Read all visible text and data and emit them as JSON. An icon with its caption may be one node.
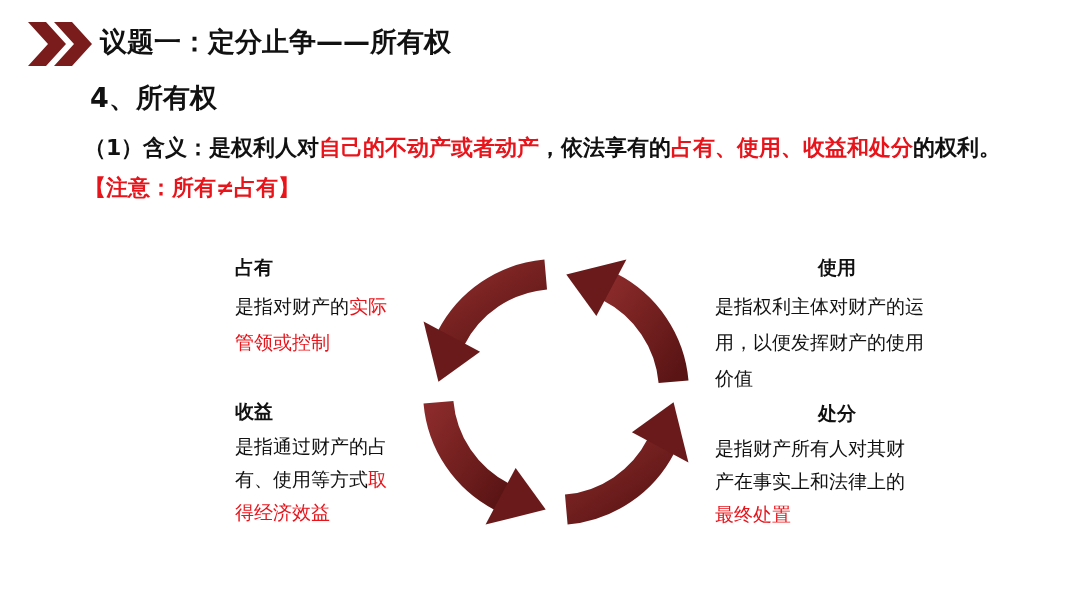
{
  "diagram": {
    "title": "议题一：定分止争——所有权",
    "labels": [
      "4、所有权",
      "（1）含义：是权利人对**自己的不动产或者动产**，依法享有的**占有、使用、收益和处分**的权利。**【注意：所有≠占有】**",
      "占有",
      "是指对财产的**实际管领或控制**",
      "使用",
      "是指权利主体对财产的运用，以便发挥财产的使用价值",
      "收益",
      "是指通过财产的占有、使用等方式**取得经济效益**",
      "处分",
      "是指财产所有人对其财产在事实上和法律上的**最终处置**"
    ]
  }
}
